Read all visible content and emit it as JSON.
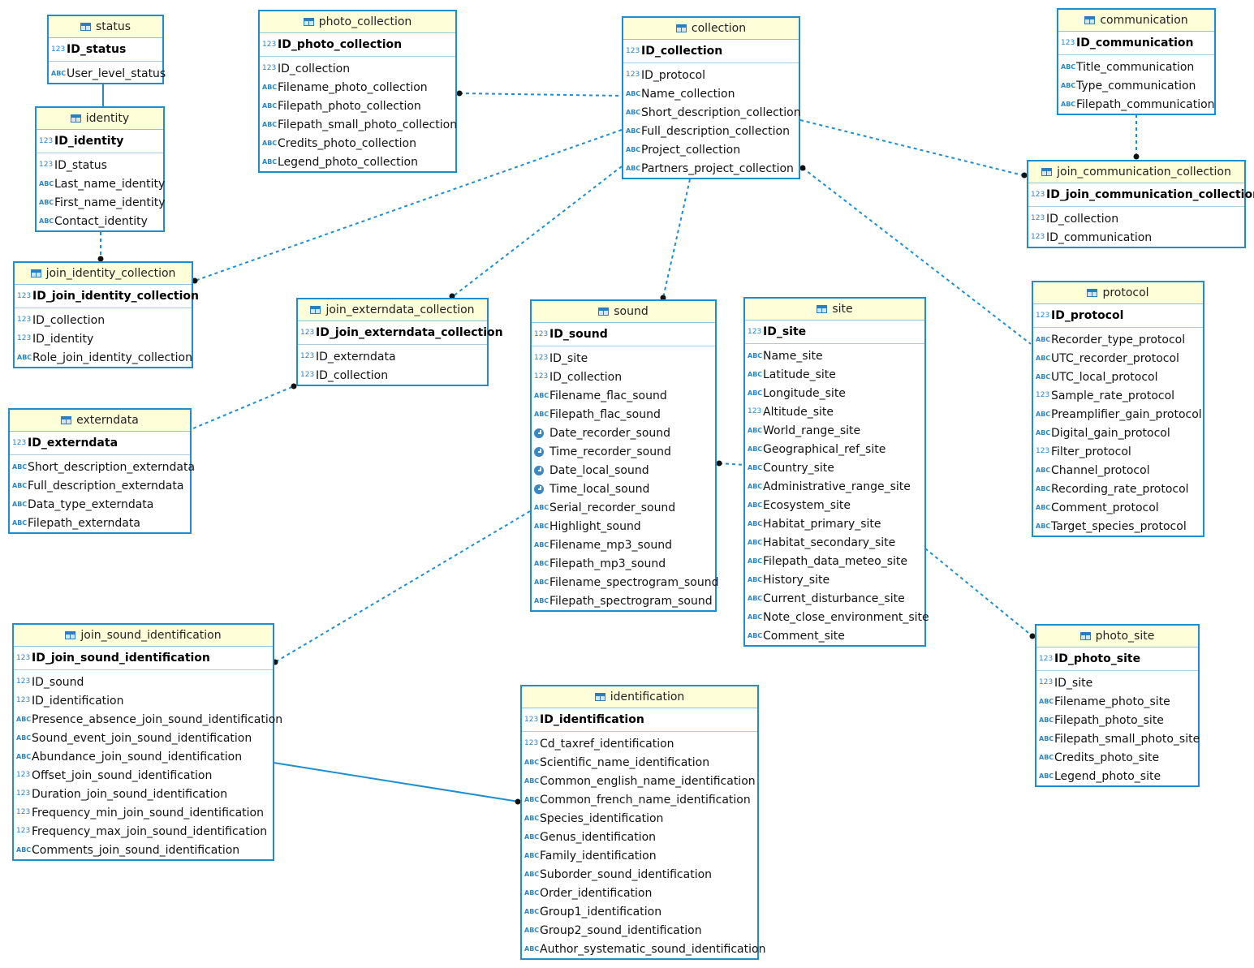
{
  "tables": {
    "status": {
      "title": "status",
      "pk": "ID_status",
      "cols": [
        {
          "name": "User_level_status",
          "type": "abc"
        }
      ]
    },
    "identity": {
      "title": "identity",
      "pk": "ID_identity",
      "cols": [
        {
          "name": "ID_status",
          "type": "fk"
        },
        {
          "name": "Last_name_identity",
          "type": "abc"
        },
        {
          "name": "First_name_identity",
          "type": "abc"
        },
        {
          "name": "Contact_identity",
          "type": "abc"
        }
      ]
    },
    "photo_collection": {
      "title": "photo_collection",
      "pk": "ID_photo_collection",
      "cols": [
        {
          "name": "ID_collection",
          "type": "fk"
        },
        {
          "name": "Filename_photo_collection",
          "type": "abc"
        },
        {
          "name": "Filepath_photo_collection",
          "type": "abc"
        },
        {
          "name": "Filepath_small_photo_collection",
          "type": "abc"
        },
        {
          "name": "Credits_photo_collection",
          "type": "abc"
        },
        {
          "name": "Legend_photo_collection",
          "type": "abc"
        }
      ]
    },
    "collection": {
      "title": "collection",
      "pk": "ID_collection",
      "cols": [
        {
          "name": "ID_protocol",
          "type": "fk"
        },
        {
          "name": "Name_collection",
          "type": "abc"
        },
        {
          "name": "Short_description_collection",
          "type": "abc"
        },
        {
          "name": "Full_description_collection",
          "type": "abc"
        },
        {
          "name": "Project_collection",
          "type": "abc"
        },
        {
          "name": "Partners_project_collection",
          "type": "abc"
        }
      ]
    },
    "communication": {
      "title": "communication",
      "pk": "ID_communication",
      "cols": [
        {
          "name": "Title_communication",
          "type": "abc"
        },
        {
          "name": "Type_communication",
          "type": "abc"
        },
        {
          "name": "Filepath_communication",
          "type": "abc"
        }
      ]
    },
    "join_communication_collection": {
      "title": "join_communication_collection",
      "pk": "ID_join_communication_collection",
      "cols": [
        {
          "name": "ID_collection",
          "type": "fk"
        },
        {
          "name": "ID_communication",
          "type": "fk"
        }
      ]
    },
    "join_identity_collection": {
      "title": "join_identity_collection",
      "pk": "ID_join_identity_collection",
      "cols": [
        {
          "name": "ID_collection",
          "type": "fk"
        },
        {
          "name": "ID_identity",
          "type": "fk"
        },
        {
          "name": "Role_join_identity_collection",
          "type": "abc"
        }
      ]
    },
    "join_externdata_collection": {
      "title": "join_externdata_collection",
      "pk": "ID_join_externdata_collection",
      "cols": [
        {
          "name": "ID_externdata",
          "type": "fk"
        },
        {
          "name": "ID_collection",
          "type": "fk"
        }
      ]
    },
    "sound": {
      "title": "sound",
      "pk": "ID_sound",
      "cols": [
        {
          "name": "ID_site",
          "type": "fk"
        },
        {
          "name": "ID_collection",
          "type": "fk"
        },
        {
          "name": "Filename_flac_sound",
          "type": "abc"
        },
        {
          "name": "Filepath_flac_sound",
          "type": "abc"
        },
        {
          "name": "Date_recorder_sound",
          "type": "date"
        },
        {
          "name": "Time_recorder_sound",
          "type": "date"
        },
        {
          "name": "Date_local_sound",
          "type": "date"
        },
        {
          "name": "Time_local_sound",
          "type": "date"
        },
        {
          "name": "Serial_recorder_sound",
          "type": "abc"
        },
        {
          "name": "Highlight_sound",
          "type": "abc"
        },
        {
          "name": "Filename_mp3_sound",
          "type": "abc"
        },
        {
          "name": "Filepath_mp3_sound",
          "type": "abc"
        },
        {
          "name": "Filename_spectrogram_sound",
          "type": "abc"
        },
        {
          "name": "Filepath_spectrogram_sound",
          "type": "abc"
        }
      ]
    },
    "site": {
      "title": "site",
      "pk": "ID_site",
      "cols": [
        {
          "name": "Name_site",
          "type": "abc"
        },
        {
          "name": "Latitude_site",
          "type": "abc"
        },
        {
          "name": "Longitude_site",
          "type": "abc"
        },
        {
          "name": "Altitude_site",
          "type": "num"
        },
        {
          "name": "World_range_site",
          "type": "abc"
        },
        {
          "name": "Geographical_ref_site",
          "type": "abc"
        },
        {
          "name": "Country_site",
          "type": "abc"
        },
        {
          "name": "Administrative_range_site",
          "type": "abc"
        },
        {
          "name": "Ecosystem_site",
          "type": "abc"
        },
        {
          "name": "Habitat_primary_site",
          "type": "abc"
        },
        {
          "name": "Habitat_secondary_site",
          "type": "abc"
        },
        {
          "name": "Filepath_data_meteo_site",
          "type": "abc"
        },
        {
          "name": "History_site",
          "type": "abc"
        },
        {
          "name": "Current_disturbance_site",
          "type": "abc"
        },
        {
          "name": "Note_close_environment_site",
          "type": "abc"
        },
        {
          "name": "Comment_site",
          "type": "abc"
        }
      ]
    },
    "protocol": {
      "title": "protocol",
      "pk": "ID_protocol",
      "cols": [
        {
          "name": "Recorder_type_protocol",
          "type": "abc"
        },
        {
          "name": "UTC_recorder_protocol",
          "type": "abc"
        },
        {
          "name": "UTC_local_protocol",
          "type": "abc"
        },
        {
          "name": "Sample_rate_protocol",
          "type": "num"
        },
        {
          "name": "Preamplifier_gain_protocol",
          "type": "abc"
        },
        {
          "name": "Digital_gain_protocol",
          "type": "abc"
        },
        {
          "name": "Filter_protocol",
          "type": "num"
        },
        {
          "name": "Channel_protocol",
          "type": "abc"
        },
        {
          "name": "Recording_rate_protocol",
          "type": "abc"
        },
        {
          "name": "Comment_protocol",
          "type": "abc"
        },
        {
          "name": "Target_species_protocol",
          "type": "abc"
        }
      ]
    },
    "externdata": {
      "title": "externdata",
      "pk": "ID_externdata",
      "cols": [
        {
          "name": "Short_description_externdata",
          "type": "abc"
        },
        {
          "name": "Full_description_externdata",
          "type": "abc"
        },
        {
          "name": "Data_type_externdata",
          "type": "abc"
        },
        {
          "name": "Filepath_externdata",
          "type": "abc"
        }
      ]
    },
    "join_sound_identification": {
      "title": "join_sound_identification",
      "pk": "ID_join_sound_identification",
      "cols": [
        {
          "name": "ID_sound",
          "type": "fk"
        },
        {
          "name": "ID_identification",
          "type": "num"
        },
        {
          "name": "Presence_absence_join_sound_identification",
          "type": "abc"
        },
        {
          "name": "Sound_event_join_sound_identification",
          "type": "abc"
        },
        {
          "name": "Abundance_join_sound_identification",
          "type": "abc"
        },
        {
          "name": "Offset_join_sound_identification",
          "type": "num"
        },
        {
          "name": "Duration_join_sound_identification",
          "type": "num"
        },
        {
          "name": "Frequency_min_join_sound_identification",
          "type": "num"
        },
        {
          "name": "Frequency_max_join_sound_identification",
          "type": "num"
        },
        {
          "name": "Comments_join_sound_identification",
          "type": "abc"
        }
      ]
    },
    "photo_site": {
      "title": "photo_site",
      "pk": "ID_photo_site",
      "cols": [
        {
          "name": "ID_site",
          "type": "fk"
        },
        {
          "name": "Filename_photo_site",
          "type": "abc"
        },
        {
          "name": "Filepath_photo_site",
          "type": "abc"
        },
        {
          "name": "Filepath_small_photo_site",
          "type": "abc"
        },
        {
          "name": "Credits_photo_site",
          "type": "abc"
        },
        {
          "name": "Legend_photo_site",
          "type": "abc"
        }
      ]
    },
    "identification": {
      "title": "identification",
      "pk": "ID_identification",
      "cols": [
        {
          "name": "Cd_taxref_identification",
          "type": "num"
        },
        {
          "name": "Scientific_name_identification",
          "type": "abc"
        },
        {
          "name": "Common_english_name_identification",
          "type": "abc"
        },
        {
          "name": "Common_french_name_identification",
          "type": "abc"
        },
        {
          "name": "Species_identification",
          "type": "abc"
        },
        {
          "name": "Genus_identification",
          "type": "abc"
        },
        {
          "name": "Family_identification",
          "type": "abc"
        },
        {
          "name": "Suborder_sound_identification",
          "type": "abc"
        },
        {
          "name": "Order_identification",
          "type": "abc"
        },
        {
          "name": "Group1_identification",
          "type": "abc"
        },
        {
          "name": "Group2_sound_identification",
          "type": "abc"
        },
        {
          "name": "Author_systematic_sound_identification",
          "type": "abc"
        }
      ]
    }
  },
  "type_glyphs": {
    "abc": "ABC",
    "num": "123",
    "fk": "123",
    "pk": "123"
  },
  "colors": {
    "border": "#1b8fd1",
    "header_bg": "#fefed8",
    "link": "#1b8fd1"
  }
}
